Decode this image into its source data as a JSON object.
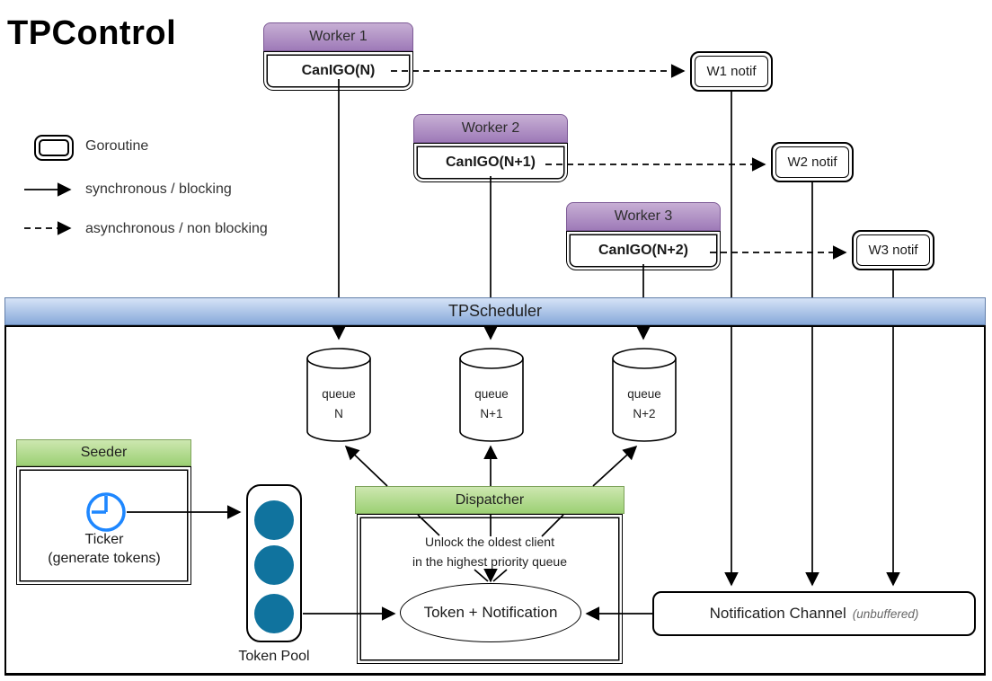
{
  "title": "TPControl",
  "legend": {
    "goroutine": "Goroutine",
    "sync": "synchronous / blocking",
    "async": "asynchronous / non blocking"
  },
  "workers": [
    {
      "name": "Worker 1",
      "call": "CanIGO(N)"
    },
    {
      "name": "Worker 2",
      "call": "CanIGO(N+1)"
    },
    {
      "name": "Worker 3",
      "call": "CanIGO(N+2)"
    }
  ],
  "notifs": [
    {
      "label": "W1 notif"
    },
    {
      "label": "W2 notif"
    },
    {
      "label": "W3 notif"
    }
  ],
  "scheduler": {
    "title": "TPScheduler"
  },
  "queues": [
    {
      "line1": "queue",
      "line2": "N"
    },
    {
      "line1": "queue",
      "line2": "N+1"
    },
    {
      "line1": "queue",
      "line2": "N+2"
    }
  ],
  "seeder": {
    "title": "Seeder",
    "ticker_line1": "Ticker",
    "ticker_line2": "(generate tokens)"
  },
  "token_pool": {
    "label": "Token Pool"
  },
  "dispatcher": {
    "title": "Dispatcher",
    "note_line1": "Unlock the oldest client",
    "note_line2": "in the highest priority queue",
    "action": "Token + Notification"
  },
  "channel": {
    "label": "Notification Channel",
    "annotation": "(unbuffered)"
  },
  "colors": {
    "purple_light": "#c7afd4",
    "purple": "#9e7ab8",
    "purple_border": "#7d5a96",
    "green_light": "#cde7b0",
    "green": "#9cd074",
    "green_border": "#7da25a",
    "blue_light": "#d6e3f7",
    "blue": "#87a9da",
    "blue_border": "#617ea9",
    "token_blue": "#10739e",
    "clock_blue": "#1e87ff",
    "text": "#1a1a1a",
    "muted": "#666666"
  }
}
